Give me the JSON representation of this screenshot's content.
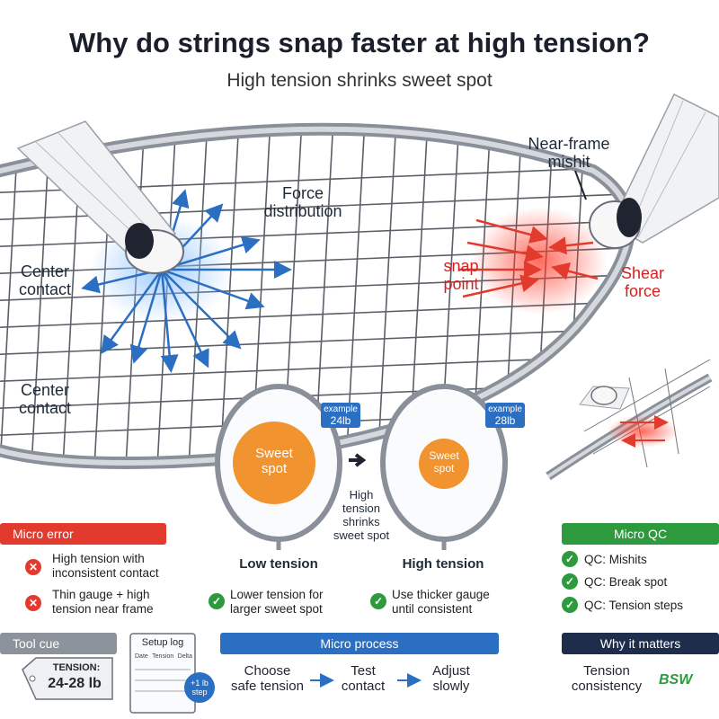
{
  "title": "Why do strings snap faster at high tension?",
  "subtitle": "High tension shrinks sweet spot",
  "labels": {
    "force_distribution": "Force\ndistribution",
    "center_contact_top": "Center\ncontact",
    "center_contact_bottom": "Center\ncontact",
    "near_frame_mishit": "Near-frame\nmishit",
    "snap_point": "snap\npoint",
    "shear_force": "Shear\nforce"
  },
  "comparison": {
    "low": {
      "tag_small": "example",
      "tag_value": "24lb",
      "sweet_spot": "Sweet\nspot",
      "caption": "Low tension"
    },
    "high": {
      "tag_small": "example",
      "tag_value": "28lb",
      "sweet_spot": "Sweet\nspot",
      "caption": "High tension"
    },
    "middle_note": "High\ntension\nshrinks\nsweet spot"
  },
  "micro_error": {
    "heading": "Micro error",
    "items": [
      "High tension with\ninconsistent contact",
      "Thin gauge + high\ntension near frame"
    ]
  },
  "fixes": [
    "Lower tension for\nlarger sweet spot",
    "Use thicker gauge\nuntil consistent"
  ],
  "micro_qc": {
    "heading": "Micro QC",
    "items": [
      "QC: Mishits",
      "QC: Break spot",
      "QC: Tension steps"
    ]
  },
  "tool_cue": {
    "heading": "Tool cue",
    "tag_label": "TENSION:",
    "tag_value": "24-28 lb",
    "log_title": "Setup log",
    "log_cols": [
      "Date",
      "Tension",
      "Delta"
    ],
    "badge": "+1 lb\nstep"
  },
  "micro_process": {
    "heading": "Micro process",
    "steps": [
      "Choose\nsafe tension",
      "Test\ncontact",
      "Adjust\nslowly"
    ]
  },
  "why": {
    "heading": "Why it matters",
    "text": "Tension\nconsistency",
    "logo": "BSW"
  },
  "colors": {
    "accent_red": "#e23b2e",
    "accent_blue": "#2b6fc2",
    "accent_green": "#2e9a3e",
    "sweet_spot": "#f08a1c",
    "navy": "#1f2d4d"
  }
}
